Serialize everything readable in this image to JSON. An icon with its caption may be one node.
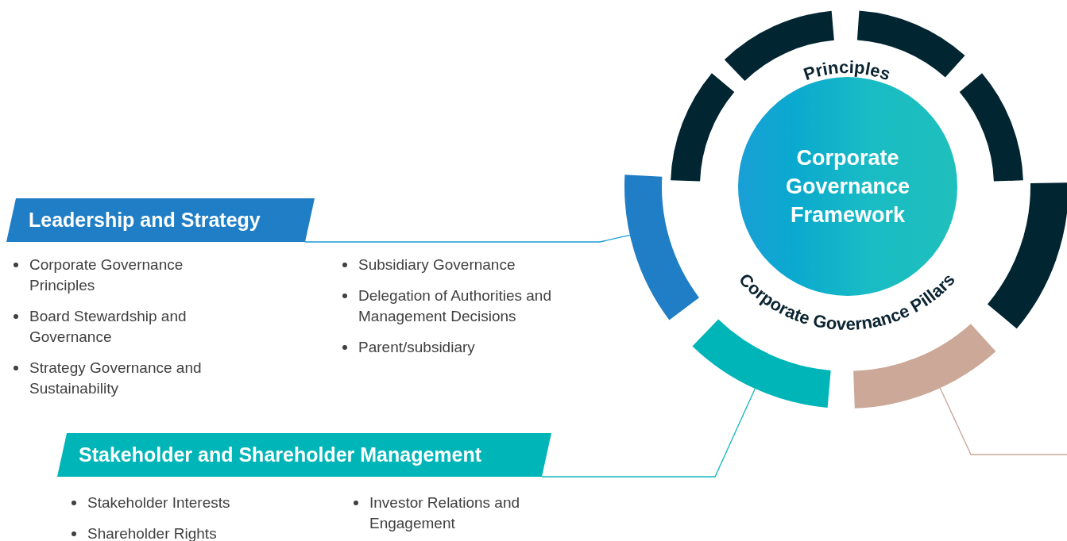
{
  "diagram": {
    "nodes": [
      {
        "text": [
          "Corporate Governance Framework"
        ]
      },
      {
        "text": [],
        "shape": "arc"
      },
      {
        "text": [],
        "shape": "arc"
      },
      {
        "text": [],
        "shape": "arc"
      },
      {
        "text": [],
        "shape": "arc"
      },
      {
        "text": [
          "Leadership and Strategy"
        ]
      },
      {
        "text": [
          "Stakeholder and Shareholder Management"
        ]
      },
      {
        "text": [],
        "shape": "arc"
      },
      {
        "text": [],
        "shape": "arc"
      },
      {
        "text": [],
        "shape": "arc"
      },
      {
        "text": [],
        "shape": "arc"
      }
    ],
    "edges": [
      {
        "from": 5,
        "to": 2,
        "arrow": "none",
        "color": "#1a9bd7"
      },
      {
        "from": 6,
        "to": 3,
        "arrow": "none",
        "color": "#10b6bd"
      },
      {
        "from": 4,
        "to": null,
        "arrow": "none",
        "color": "#c9a594"
      }
    ],
    "labels": [
      "Principles",
      "Corporate Governance Pillars",
      "Corporate Governance Principles",
      "Board Stewardship and Governance",
      "Strategy Governance and Sustainability",
      "Subsidiary Governance",
      "Delegation of Authorities and Management Decisions",
      "Parent/subsidiary",
      "Stakeholder Interests",
      "Shareholder Rights",
      "Investor Relations and Engagement"
    ]
  }
}
